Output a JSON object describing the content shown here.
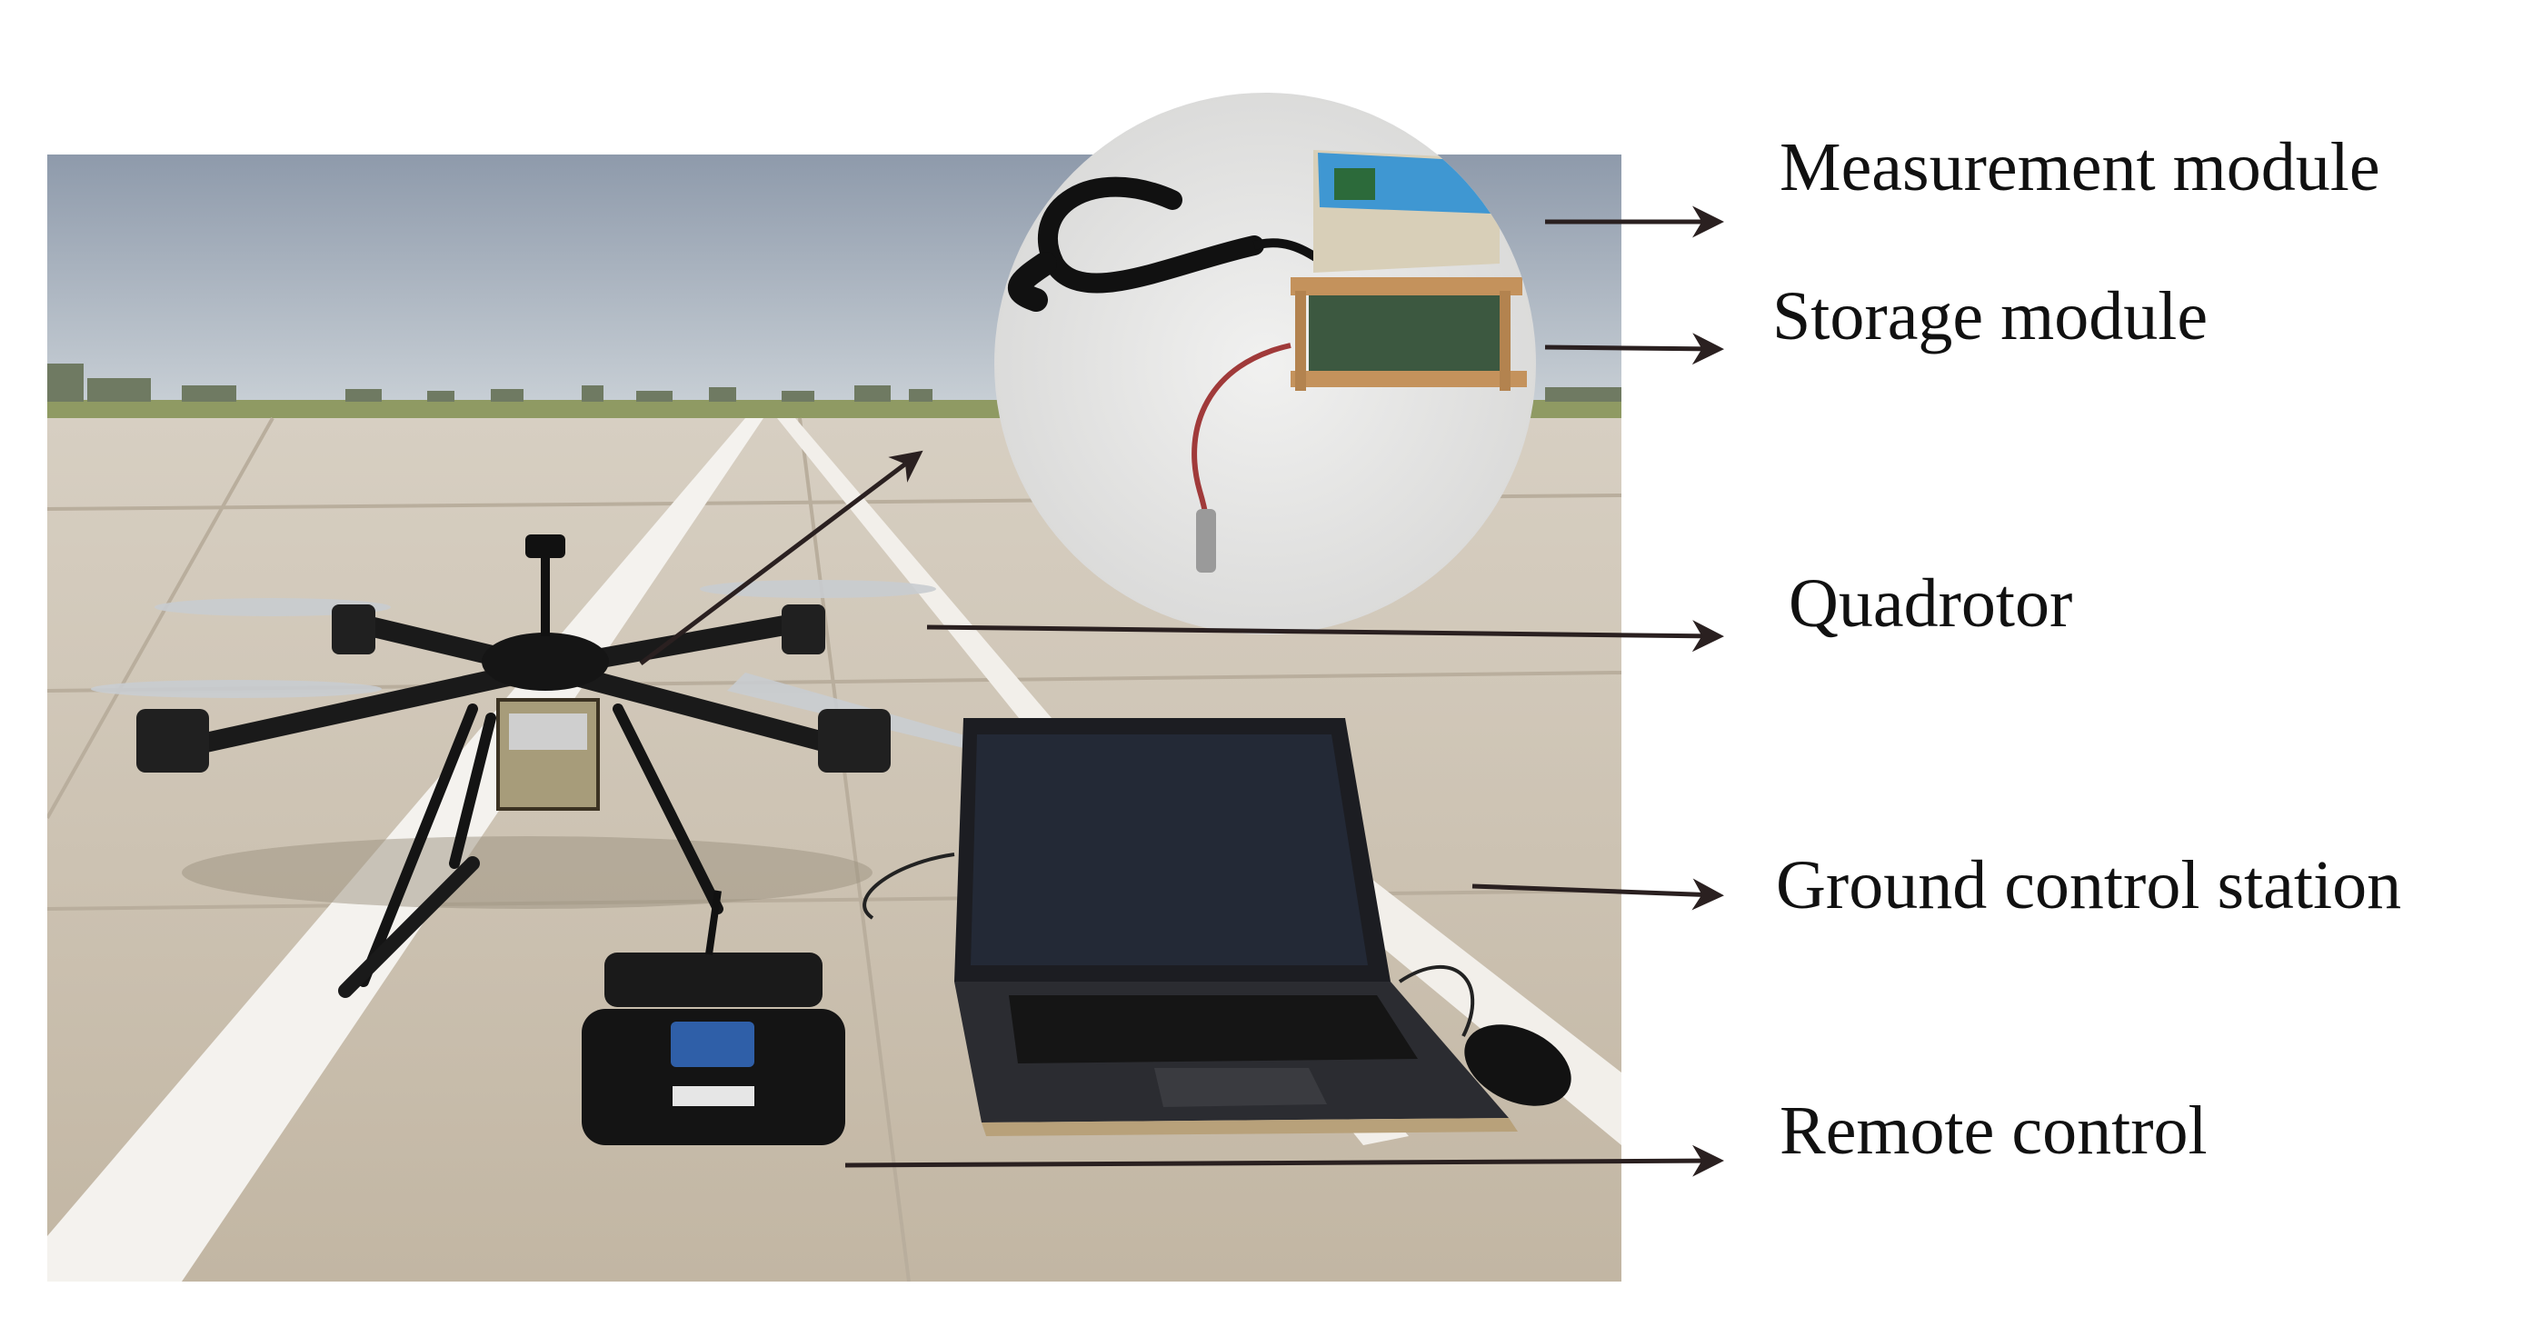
{
  "labels": {
    "measurement": "Measurement module",
    "storage": "Storage module",
    "quadrotor": "Quadrotor",
    "ground_station": "Ground control station",
    "remote": "Remote control"
  },
  "colors": {
    "sky": "#a9b5c2",
    "runway": "#cdc3b4",
    "grass": "#8f9a63",
    "arrow": "#2a2020",
    "drone": "#1a1a1a",
    "laptop": "#1c1d22"
  }
}
